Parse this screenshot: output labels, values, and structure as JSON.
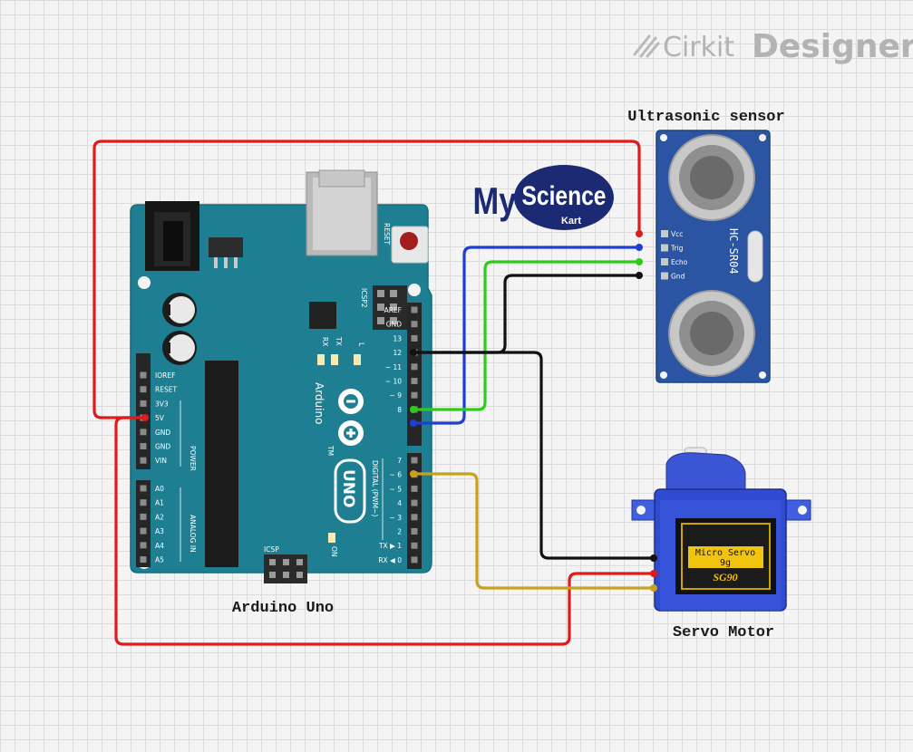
{
  "watermark": {
    "brand": "Cirkit",
    "product": "Designer"
  },
  "logo": {
    "text_my": "My",
    "text_science": "Science",
    "text_kart": "Kart"
  },
  "labels": {
    "arduino": "Arduino Uno",
    "ultrasonic": "Ultrasonic sensor",
    "servo": "Servo Motor"
  },
  "arduino": {
    "reset_label": "RESET",
    "icsp2_label": "ICSP2",
    "icsp_label": "ICSP",
    "rx_label": "RX",
    "tx_label": "TX",
    "l_label": "L",
    "on_label": "ON",
    "brand_text": "Arduino",
    "uno_text": "UNO",
    "tm_text": "TM",
    "digital_label": "DIGITAL (PWM~)",
    "power_label": "POWER",
    "analog_label": "ANALOG IN",
    "power_pins": [
      "IOREF",
      "RESET",
      "3V3",
      "5V",
      "GND",
      "GND",
      "VIN"
    ],
    "analog_pins": [
      "A0",
      "A1",
      "A2",
      "A3",
      "A4",
      "A5"
    ],
    "digital_pins_top": [
      "AREF",
      "GND",
      "13",
      "12",
      "~ 11",
      "~ 10",
      "~ 9",
      "8"
    ],
    "digital_pins_bottom": [
      "7",
      "~ 6",
      "~ 5",
      "4",
      "~ 3",
      "2",
      "TX ▶ 1",
      "RX ◀ 0"
    ]
  },
  "sensor": {
    "model": "HC-SR04",
    "pins": [
      "Vcc",
      "Trig",
      "Echo",
      "Gnd"
    ]
  },
  "servo": {
    "line1": "Micro Servo",
    "line2": "9g",
    "line3": "SG90"
  },
  "wire_colors": {
    "power": "#e01b1b",
    "trig": "#1f3fd1",
    "echo": "#2ecc1a",
    "ground": "#111111",
    "signal": "#c9a21d"
  },
  "connections": [
    {
      "from": "Arduino 5V",
      "to": "HC-SR04 Vcc",
      "color": "power"
    },
    {
      "from": "Arduino 9",
      "to": "HC-SR04 Trig",
      "color": "trig"
    },
    {
      "from": "Arduino 10",
      "to": "HC-SR04 Echo",
      "color": "echo"
    },
    {
      "from": "Arduino GND",
      "to": "HC-SR04 Gnd",
      "color": "ground"
    },
    {
      "from": "Arduino GND",
      "to": "Servo GND",
      "color": "ground"
    },
    {
      "from": "Arduino 5V",
      "to": "Servo VCC",
      "color": "power"
    },
    {
      "from": "Arduino 6",
      "to": "Servo Signal",
      "color": "signal"
    }
  ]
}
